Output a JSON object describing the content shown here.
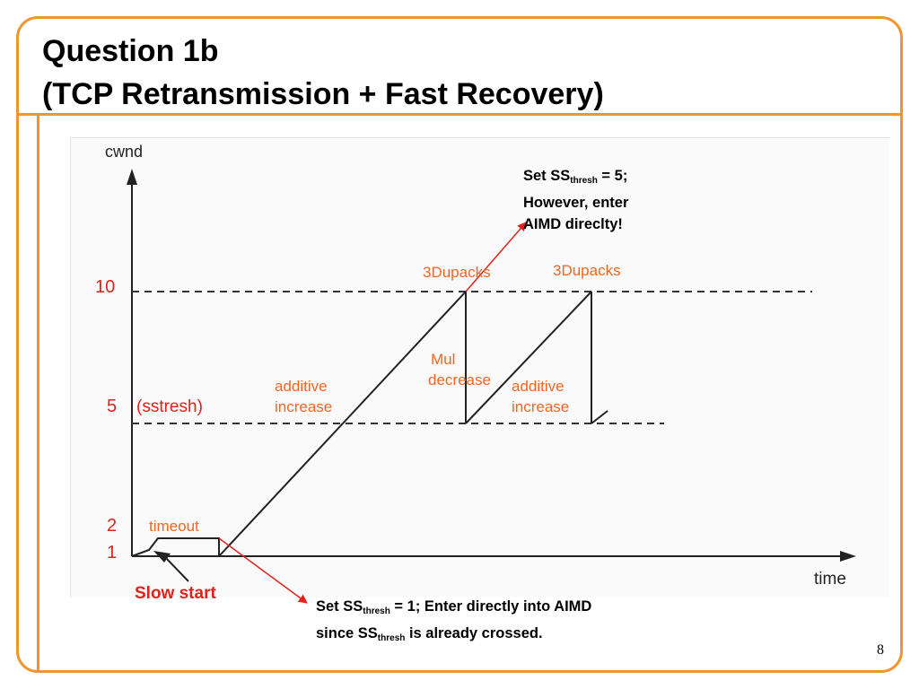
{
  "slide": {
    "title_line1": "Question 1b",
    "title_line2": "(TCP Retransmission + Fast Recovery)",
    "page_number": "8"
  },
  "diagram": {
    "y_axis_label": "cwnd",
    "x_axis_label": "time",
    "y_ticks": [
      "10",
      "5",
      "2",
      "1"
    ],
    "sstresh_label": "(sstresh)",
    "labels": {
      "timeout": "timeout",
      "slow_start": "Slow start",
      "additive_increase_1a": "additive",
      "additive_increase_1b": "increase",
      "additive_increase_2a": "additive",
      "additive_increase_2b": "increase",
      "mul_decrease_a": "Mul",
      "mul_decrease_b": "decrease",
      "dupacks_1": "3Dupacks",
      "dupacks_2": "3Dupacks"
    },
    "colors": {
      "annotation_orange": "#f26522",
      "slow_start_red": "#e0221b",
      "arrow_red": "#e0221b",
      "frame_orange": "#f0952f"
    }
  },
  "annotations": {
    "top": {
      "line1_pre": "Set SS",
      "line1_sub": "thresh",
      "line1_post": " = 5;",
      "line2": "However, enter",
      "line3": "AIMD direclty!"
    },
    "bottom": {
      "line1_pre": "Set SS",
      "line1_sub": "thresh",
      "line1_post": " = 1; Enter directly into AIMD",
      "line2_pre": "since SS",
      "line2_sub": "thresh",
      "line2_post": " is already crossed."
    }
  }
}
